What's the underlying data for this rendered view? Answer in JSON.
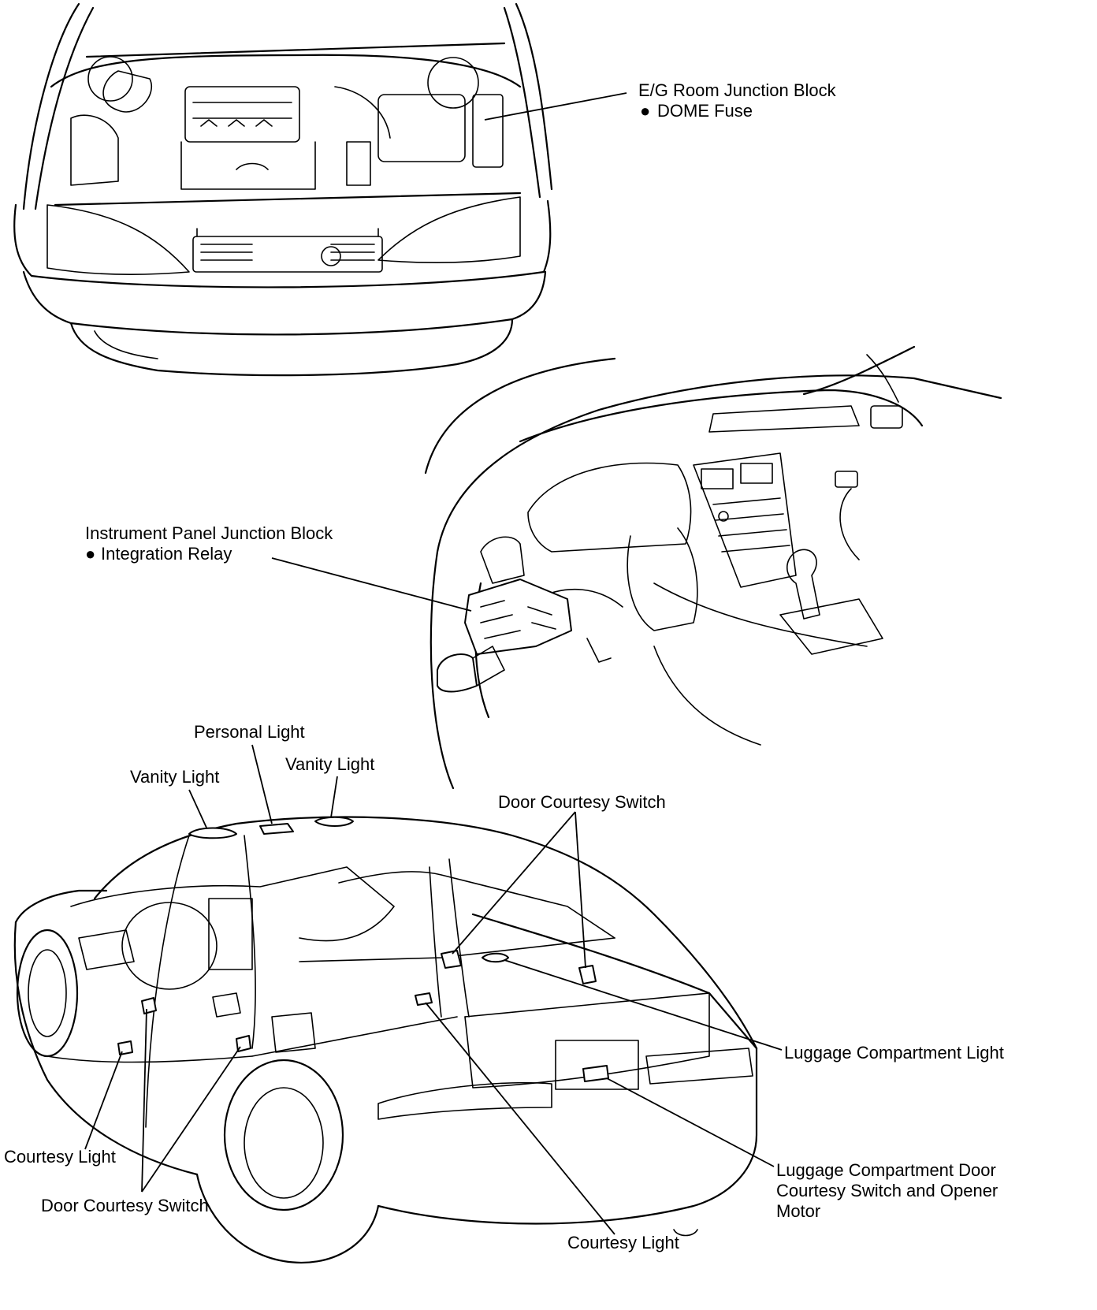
{
  "labels": {
    "eg_room_block": "E/G Room Junction Block",
    "dome_fuse": "DOME Fuse",
    "ip_junction_block": "Instrument Panel Junction Block",
    "integration_relay": "Integration Relay",
    "personal_light": "Personal Light",
    "vanity_light_left": "Vanity Light",
    "vanity_light_right": "Vanity Light",
    "door_courtesy_switch_rear": "Door Courtesy Switch",
    "luggage_compartment_light": "Luggage Compartment Light",
    "courtesy_light_front": "Courtesy Light",
    "door_courtesy_switch_front": "Door Courtesy Switch",
    "courtesy_light_rear": "Courtesy Light",
    "luggage_door_switch_line1": "Luggage Compartment Door",
    "luggage_door_switch_line2": "Courtesy Switch and Opener",
    "luggage_door_switch_line3": "Motor"
  },
  "bullet_symbol": "●"
}
